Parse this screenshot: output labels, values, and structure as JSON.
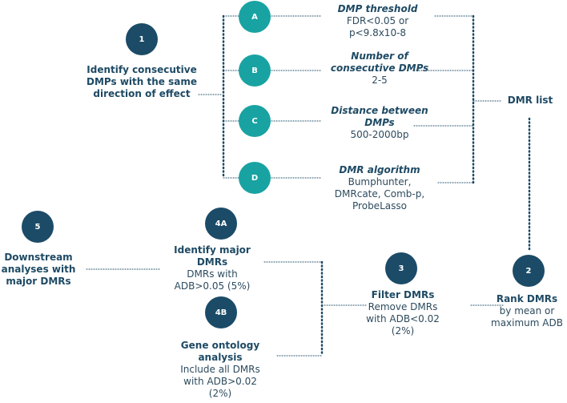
{
  "steps": {
    "s1": {
      "number": "1",
      "title": "Identify consecutive DMPs with the same direction of effect"
    },
    "a": {
      "letter": "A",
      "title": "DMP threshold",
      "desc_line1": "FDR<0.05 or",
      "desc_line2": "p<9.8x10-8"
    },
    "b": {
      "letter": "B",
      "title_line1": "Number of",
      "title_line2": "consecutive DMPs",
      "desc": "2-5"
    },
    "c": {
      "letter": "C",
      "title_line1": "Distance between",
      "title_line2": "DMPs",
      "desc": "500-2000bp"
    },
    "d": {
      "letter": "D",
      "title": "DMR algorithm",
      "desc_line1": "Bumphunter,",
      "desc_line2": "DMRcate, Comb-p,",
      "desc_line3": "ProbeLasso"
    },
    "dmr_list": "DMR list",
    "s2": {
      "number": "2",
      "title": "Rank DMRs",
      "desc_line1": "by mean or",
      "desc_line2": "maximum ADB"
    },
    "s3": {
      "number": "3",
      "title": "Filter DMRs",
      "desc_line1": "Remove DMRs",
      "desc_line2": "with ADB<0.02",
      "desc_line3": "(2%)"
    },
    "s4a": {
      "number": "4A",
      "title_line1": "Identify major",
      "title_line2": "DMRs",
      "desc_line1": "DMRs with",
      "desc_line2": "ADB>0.05 (5%)"
    },
    "s4b": {
      "number": "4B",
      "title_line1": "Gene ontology",
      "title_line2": "analysis",
      "desc_line1": "Include all DMRs",
      "desc_line2": "with ADB>0.02",
      "desc_line3": "(2%)"
    },
    "s5": {
      "number": "5",
      "title_line1": "Downstream",
      "title_line2": "analyses with",
      "title_line3": "major DMRs"
    }
  },
  "colors": {
    "dark_circle": "#1b4b67",
    "teal_circle": "#18a3a2",
    "connector": "#1b4b67"
  }
}
